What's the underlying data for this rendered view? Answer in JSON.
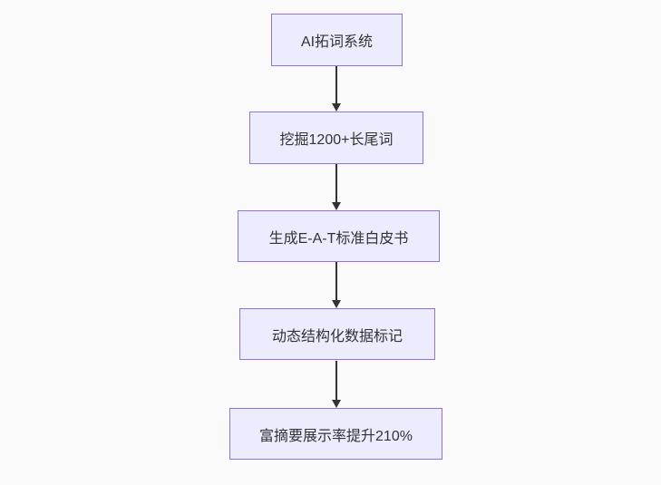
{
  "diagram": {
    "type": "flowchart",
    "direction": "top-down",
    "nodes": [
      {
        "id": "n0",
        "label": "AI拓词系统"
      },
      {
        "id": "n1",
        "label": "挖掘1200+长尾词"
      },
      {
        "id": "n2",
        "label": "生成E-A-T标准白皮书"
      },
      {
        "id": "n3",
        "label": "动态结构化数据标记"
      },
      {
        "id": "n4",
        "label": "富摘要展示率提升210%"
      }
    ],
    "edges": [
      {
        "from": "n0",
        "to": "n1"
      },
      {
        "from": "n1",
        "to": "n2"
      },
      {
        "from": "n2",
        "to": "n3"
      },
      {
        "from": "n3",
        "to": "n4"
      }
    ],
    "colors": {
      "background": "#fafafa",
      "node_fill": "#ECECFF",
      "node_border": "#9370DB",
      "text": "#333333",
      "arrow": "#333333"
    }
  }
}
